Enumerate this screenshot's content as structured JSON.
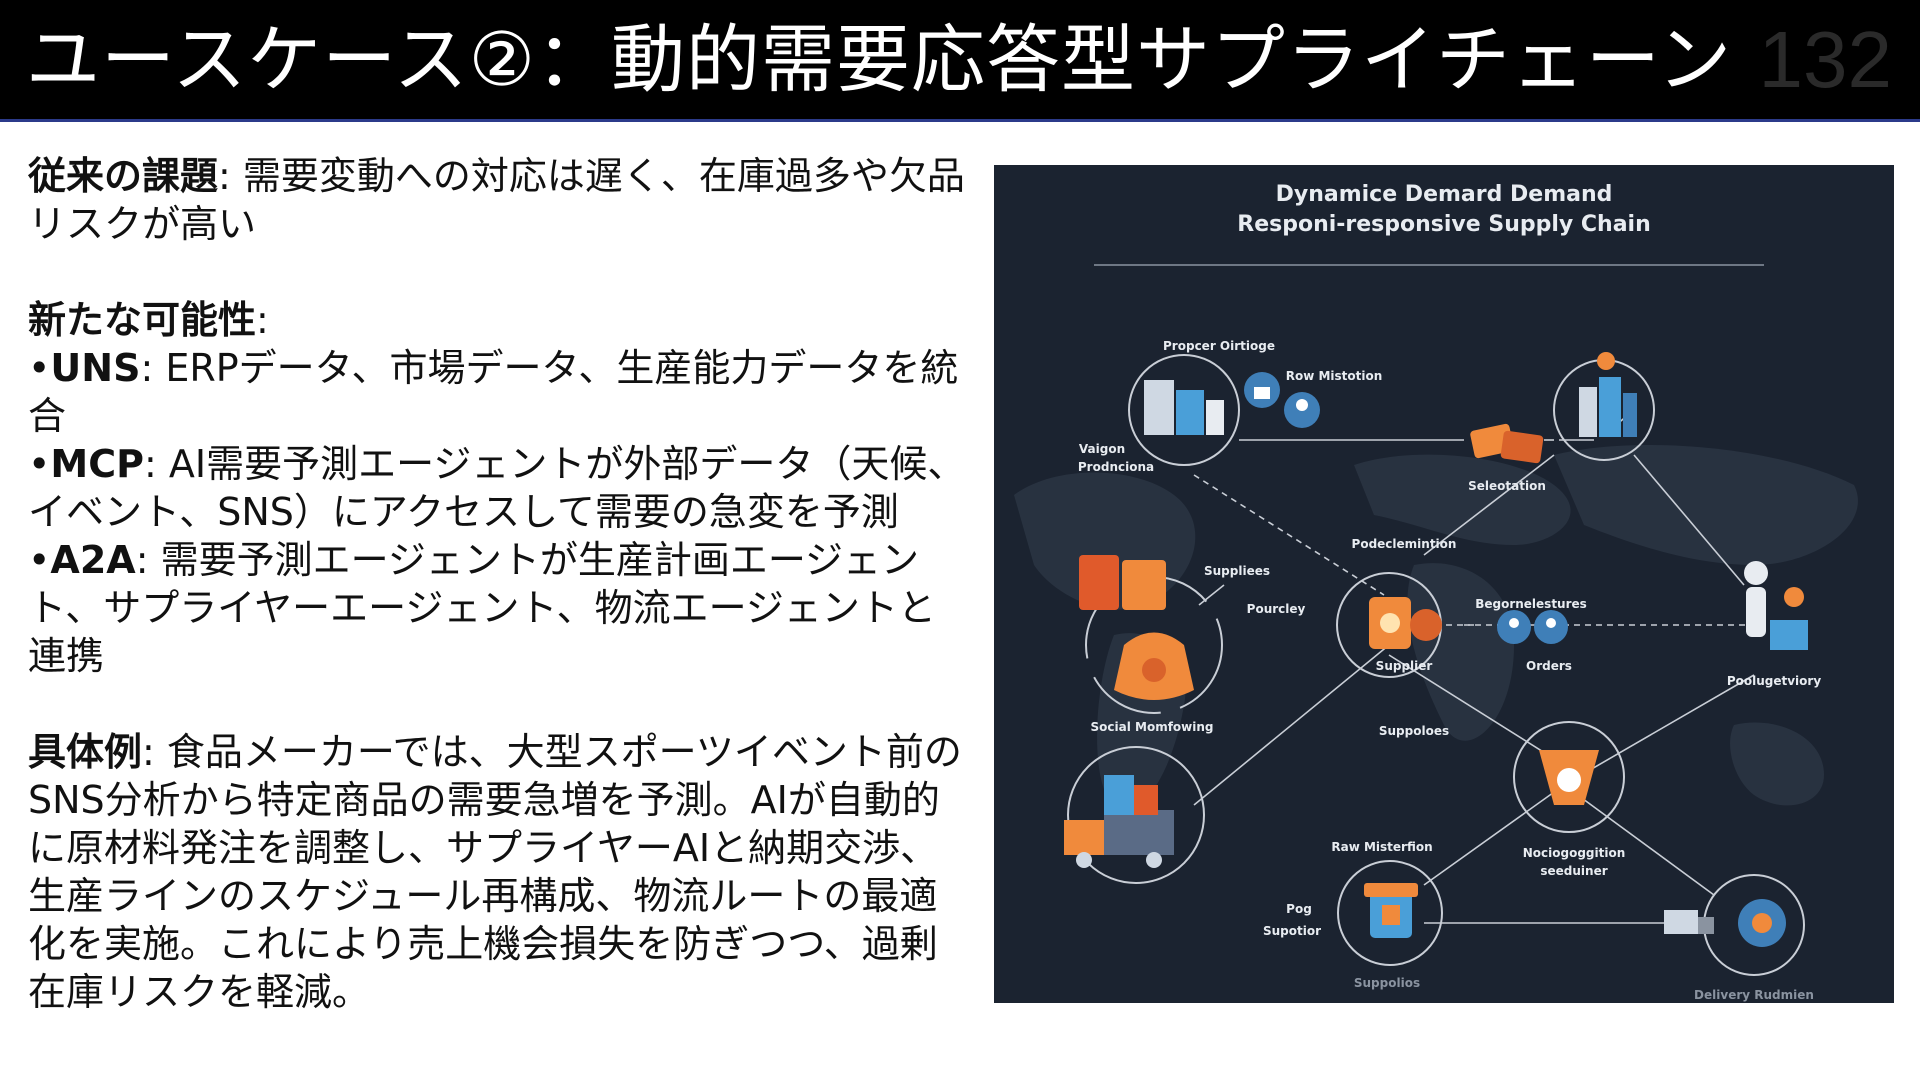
{
  "slide": {
    "title": "ユースケース②：動的需要応答型サプライチェーン",
    "page_number": "132"
  },
  "sections": {
    "challenge": {
      "label": "従来の課題",
      "text": "需要変動への対応は遅く、在庫過多や欠品リスクが高い"
    },
    "possibilities": {
      "label": "新たな可能性",
      "items": [
        {
          "name": "UNS",
          "text": "ERPデータ、市場データ、生産能力データを統合"
        },
        {
          "name": "MCP",
          "text": "AI需要予測エージェントが外部データ（天候、イベント、SNS）にアクセスして需要の急変を予測"
        },
        {
          "name": "A2A",
          "text": "需要予測エージェントが生産計画エージェント、サプライヤーエージェント、物流エージェントと連携"
        }
      ]
    },
    "example": {
      "label": "具体例",
      "text": "食品メーカーでは、大型スポーツイベント前のSNS分析から特定商品の需要急増を予測。AIが自動的に原材料発注を調整し、サプライヤーAIと納期交渉、生産ラインのスケジュール再構成、物流ルートの最適化を実施。これにより売上機会損失を防ぎつつ、過剰在庫リスクを軽減。"
    }
  },
  "figure": {
    "title_line1": "Dynamice Demard Demand",
    "title_line2": "Responi-responsive Supply Chain",
    "labels": {
      "procer": "Propcer Oirtioge",
      "raw1": "Row Mistotion",
      "vaigon": "Vaigon",
      "prodn": "Prodnciona",
      "seleo": "Seleotation",
      "podec": "Podeclemintion",
      "suppliers": "Suppliees",
      "poucy": "Pourcley",
      "beger": "Begornelestures",
      "orders": "Orders",
      "supplier": "Supplier",
      "poolug": "Poolugetviory",
      "social": "Social Momfowing",
      "suppoles": "Suppoloes",
      "rawmat": "Raw Misterfion",
      "nocio1": "Nociogoggition",
      "nocio2": "seeduiner",
      "pog": "Pog",
      "supotior": "Supotior",
      "suppolios": "Suppolios",
      "delivery": "Delivery Rudmien"
    },
    "colors": {
      "background": "#1b2330",
      "accent": "#f08a3c",
      "ring": "#c9ced6",
      "blue": "#4a9fd8"
    }
  }
}
